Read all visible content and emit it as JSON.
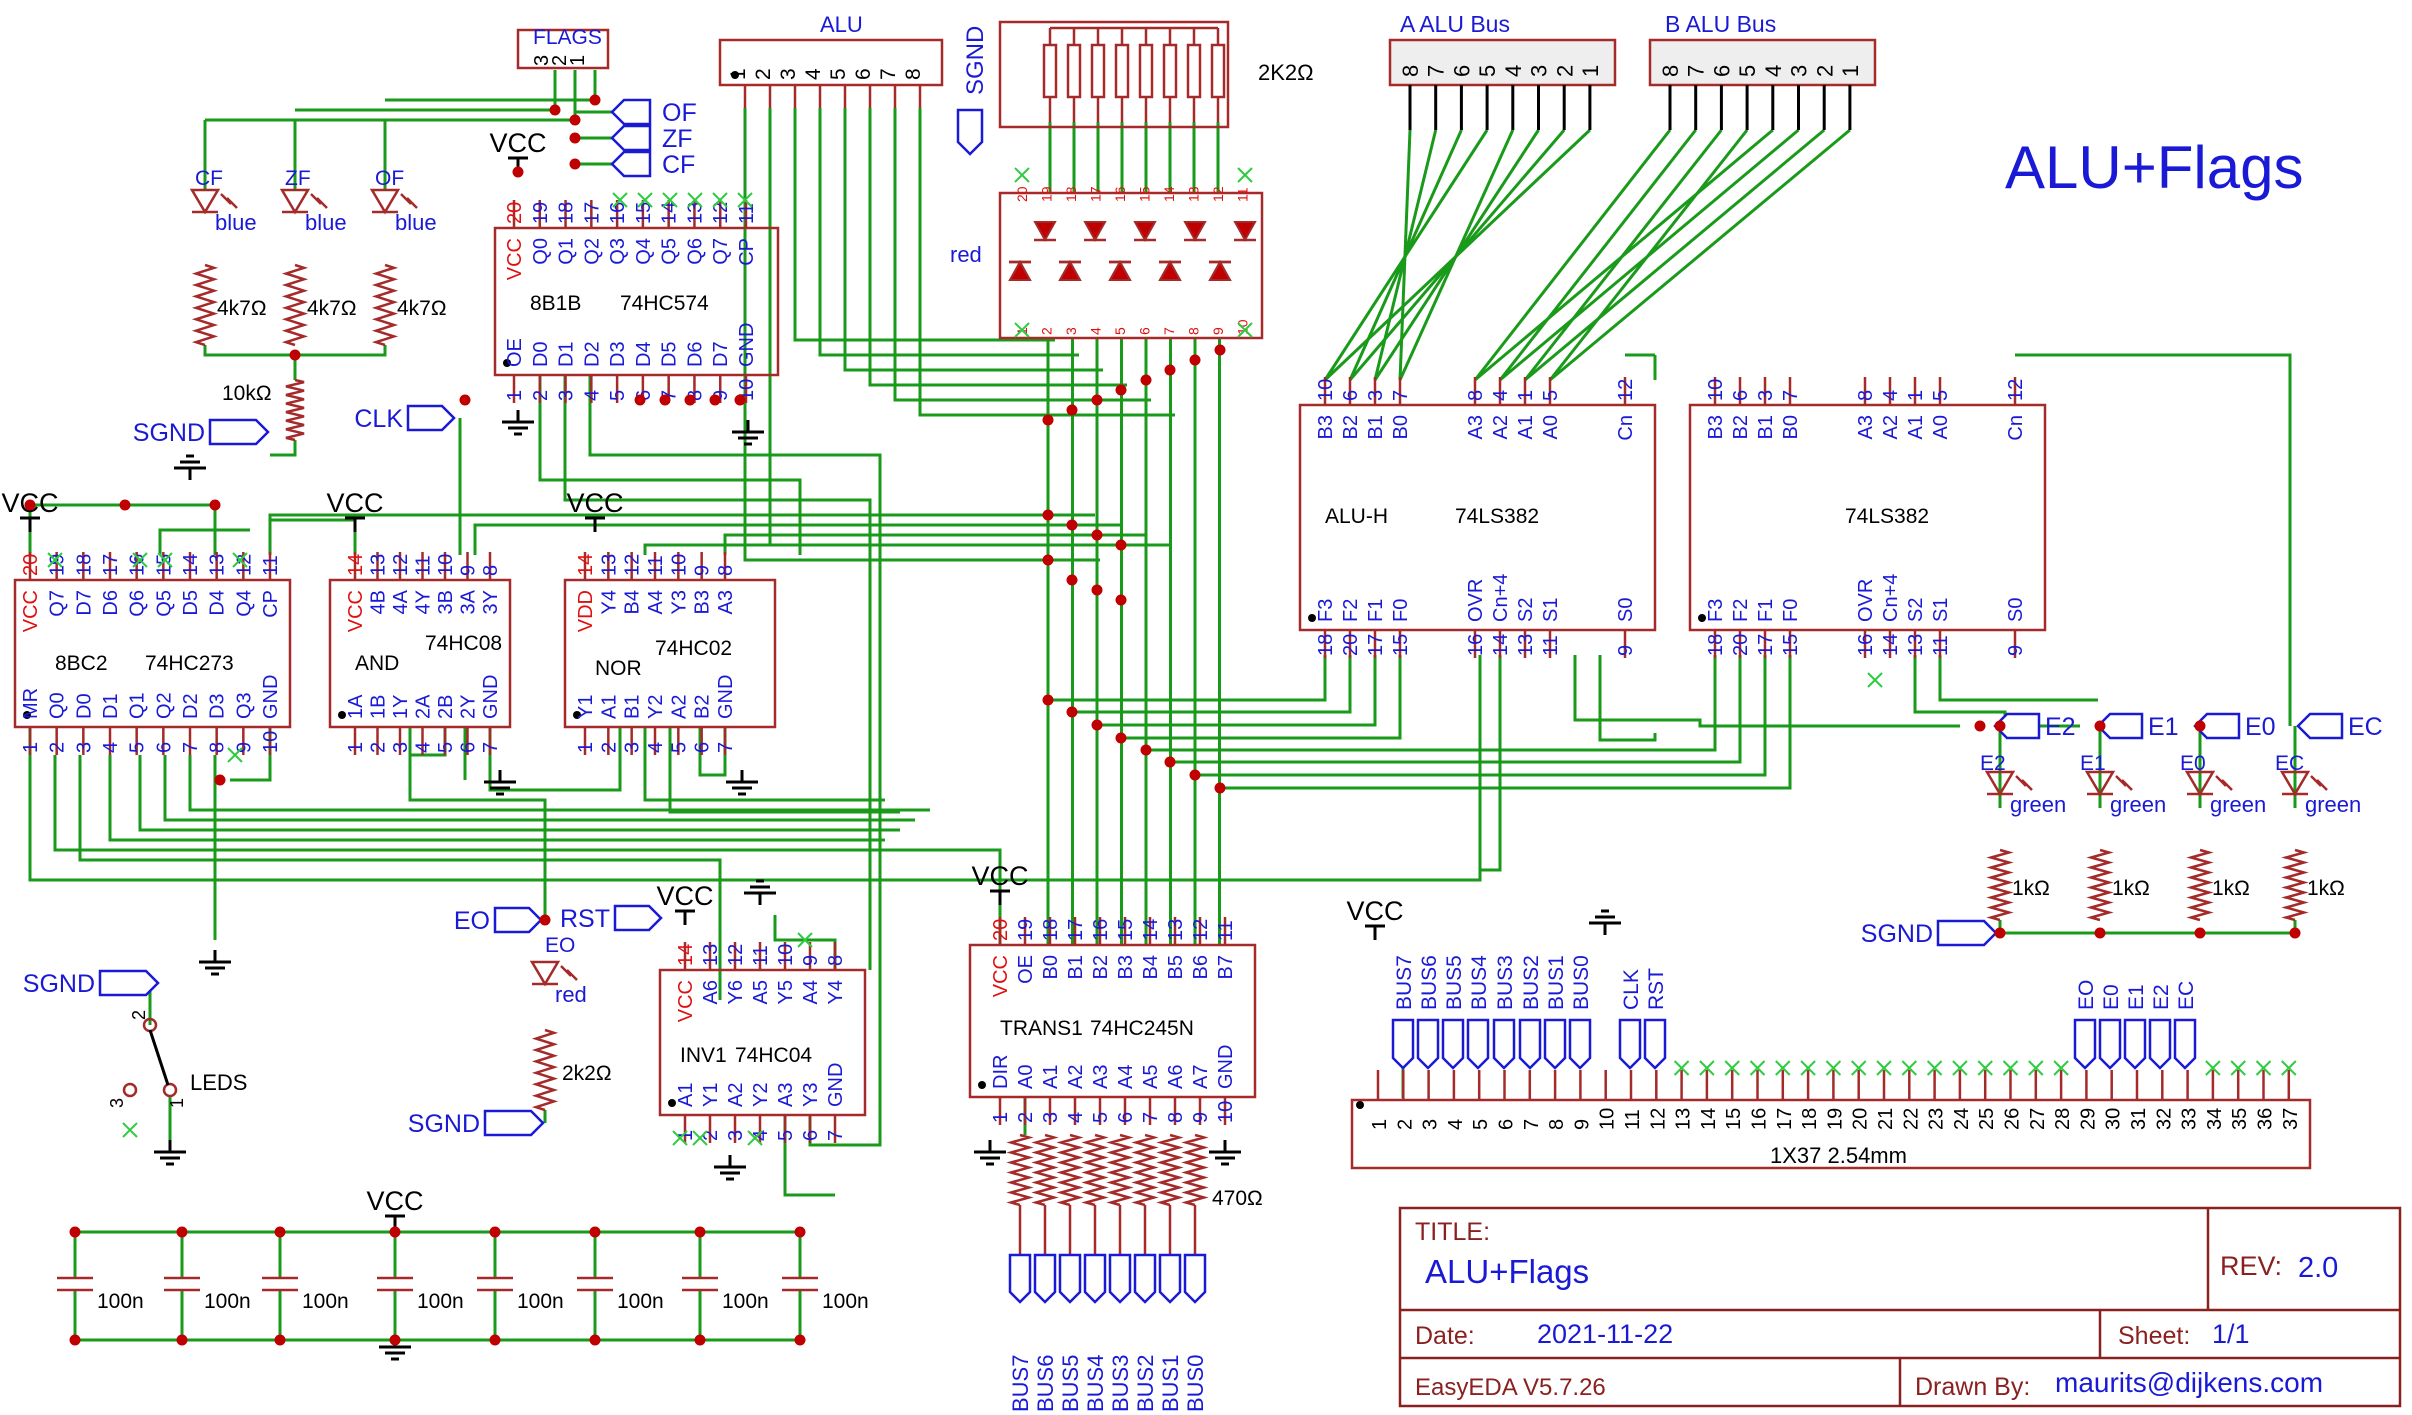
{
  "title_label": "ALU+Flags",
  "titleblock": {
    "title_key": "TITLE:",
    "title_value": "ALU+Flags",
    "rev_key": "REV:",
    "rev_value": "2.0",
    "date_key": "Date:",
    "date_value": "2021-11-22",
    "sheet_key": "Sheet:",
    "sheet_value": "1/1",
    "tool": "EasyEDA V5.7.26",
    "drawn_key": "Drawn By:",
    "drawn_value": "maurits@dijkens.com"
  },
  "connectors": {
    "flags": {
      "name": "FLAGS",
      "pins": [
        "3",
        "2",
        "1"
      ]
    },
    "alu": {
      "name": "ALU",
      "pins": [
        "1",
        "2",
        "3",
        "4",
        "5",
        "6",
        "7",
        "8"
      ]
    },
    "a_bus": {
      "name": "A ALU Bus",
      "pins": [
        "8",
        "7",
        "6",
        "5",
        "4",
        "3",
        "2",
        "1"
      ]
    },
    "b_bus": {
      "name": "B ALU Bus",
      "pins": [
        "8",
        "7",
        "6",
        "5",
        "4",
        "3",
        "2",
        "1"
      ]
    },
    "header": {
      "name": "1X37 2.54mm",
      "pins": [
        "1",
        "2",
        "3",
        "4",
        "5",
        "6",
        "7",
        "8",
        "9",
        "10",
        "11",
        "12",
        "13",
        "14",
        "15",
        "16",
        "17",
        "18",
        "19",
        "20",
        "21",
        "22",
        "23",
        "24",
        "25",
        "26",
        "27",
        "28",
        "29",
        "30",
        "31",
        "32",
        "33",
        "34",
        "35",
        "36",
        "37"
      ]
    }
  },
  "header_nets": [
    "BUS7",
    "BUS6",
    "BUS5",
    "BUS4",
    "BUS3",
    "BUS2",
    "BUS1",
    "BUS0",
    "CLK",
    "RST",
    "EO",
    "E0",
    "E1",
    "E2",
    "EC"
  ],
  "chips": {
    "u574": {
      "ref": "8B1B",
      "part": "74HC574",
      "top_pins": [
        "20",
        "19",
        "18",
        "17",
        "16",
        "15",
        "14",
        "13",
        "12",
        "11"
      ],
      "top_labels": [
        "VCC",
        "Q0",
        "Q1",
        "Q2",
        "Q3",
        "Q4",
        "Q5",
        "Q6",
        "Q7",
        "CP"
      ],
      "bot_pins": [
        "1",
        "2",
        "3",
        "4",
        "5",
        "6",
        "7",
        "8",
        "9",
        "10"
      ],
      "bot_labels": [
        "OE",
        "D0",
        "D1",
        "D2",
        "D3",
        "D4",
        "D5",
        "D6",
        "D7",
        "GND"
      ]
    },
    "u273": {
      "ref": "8BC2",
      "part": "74HC273",
      "top_pins": [
        "20",
        "19",
        "18",
        "17",
        "16",
        "15",
        "14",
        "13",
        "12",
        "11"
      ],
      "top_labels": [
        "VCC",
        "Q7",
        "D7",
        "D6",
        "Q6",
        "Q5",
        "D5",
        "D4",
        "Q4",
        "CP"
      ],
      "bot_pins": [
        "1",
        "2",
        "3",
        "4",
        "5",
        "6",
        "7",
        "8",
        "9",
        "10"
      ],
      "bot_labels": [
        "MR",
        "Q0",
        "D0",
        "D1",
        "Q1",
        "Q2",
        "D2",
        "D3",
        "Q3",
        "GND"
      ]
    },
    "u08": {
      "ref": "AND",
      "part": "74HC08",
      "top_pins": [
        "14",
        "13",
        "12",
        "11",
        "10",
        "9",
        "8"
      ],
      "top_labels": [
        "VCC",
        "4B",
        "4A",
        "4Y",
        "3B",
        "3A",
        "3Y"
      ],
      "bot_pins": [
        "1",
        "2",
        "3",
        "4",
        "5",
        "6",
        "7"
      ],
      "bot_labels": [
        "1A",
        "1B",
        "1Y",
        "2A",
        "2B",
        "2Y",
        "GND"
      ]
    },
    "u02": {
      "ref": "NOR",
      "part": "74HC02",
      "top_pins": [
        "14",
        "13",
        "12",
        "11",
        "10",
        "9",
        "8"
      ],
      "top_labels": [
        "VDD",
        "Y4",
        "B4",
        "A4",
        "Y3",
        "B3",
        "A3"
      ],
      "bot_pins": [
        "1",
        "2",
        "3",
        "4",
        "5",
        "6",
        "7"
      ],
      "bot_labels": [
        "Y1",
        "A1",
        "B1",
        "Y2",
        "A2",
        "B2",
        "GND"
      ]
    },
    "u04": {
      "ref": "INV1",
      "part": "74HC04",
      "top_pins": [
        "14",
        "13",
        "12",
        "11",
        "10",
        "9",
        "8"
      ],
      "top_labels": [
        "VCC",
        "A6",
        "Y6",
        "A5",
        "Y5",
        "A4",
        "Y4"
      ],
      "bot_pins": [
        "1",
        "2",
        "3",
        "4",
        "5",
        "6",
        "7"
      ],
      "bot_labels": [
        "A1",
        "Y1",
        "A2",
        "Y2",
        "A3",
        "Y3",
        "GND"
      ]
    },
    "u245": {
      "ref": "TRANS1",
      "part": "74HC245N",
      "top_pins": [
        "20",
        "19",
        "18",
        "17",
        "16",
        "15",
        "14",
        "13",
        "12",
        "11"
      ],
      "top_labels": [
        "VCC",
        "OE",
        "B0",
        "B1",
        "B2",
        "B3",
        "B4",
        "B5",
        "B6",
        "B7"
      ],
      "bot_pins": [
        "1",
        "2",
        "3",
        "4",
        "5",
        "6",
        "7",
        "8",
        "9",
        "10"
      ],
      "bot_labels": [
        "DIR",
        "A0",
        "A1",
        "A2",
        "A3",
        "A4",
        "A5",
        "A6",
        "A7",
        "GND"
      ]
    },
    "alu_h": {
      "ref": "ALU-H",
      "part": "74LS382",
      "top_pins": [
        "10",
        "6",
        "3",
        "7",
        "8",
        "4",
        "1",
        "5",
        "12"
      ],
      "top_labels": [
        "B3",
        "B2",
        "B1",
        "B0",
        "A3",
        "A2",
        "A1",
        "A0",
        "Cn"
      ],
      "bot_pins": [
        "18",
        "20",
        "17",
        "15",
        "16",
        "14",
        "13",
        "11",
        "9"
      ],
      "bot_labels": [
        "F3",
        "F2",
        "F1",
        "F0",
        "OVR",
        "Cn+4",
        "S2",
        "S1",
        "S0"
      ]
    },
    "alu_l": {
      "ref": "",
      "part": "74LS382",
      "top_pins": [
        "10",
        "6",
        "3",
        "7",
        "8",
        "4",
        "1",
        "5",
        "12"
      ],
      "top_labels": [
        "B3",
        "B2",
        "B1",
        "B0",
        "A3",
        "A2",
        "A1",
        "A0",
        "Cn"
      ],
      "bot_pins": [
        "18",
        "20",
        "17",
        "15",
        "16",
        "14",
        "13",
        "11",
        "9"
      ],
      "bot_labels": [
        "F3",
        "F2",
        "F1",
        "F0",
        "OVR",
        "Cn+4",
        "S2",
        "S1",
        "S0"
      ]
    }
  },
  "led_array": {
    "color": "red",
    "top_pins": [
      "20",
      "19",
      "18",
      "17",
      "16",
      "15",
      "14",
      "13",
      "12",
      "11"
    ],
    "bot_pins": [
      "1",
      "2",
      "3",
      "4",
      "5",
      "6",
      "7",
      "8",
      "9",
      "10"
    ]
  },
  "resnet_top": {
    "value": "2K2Ω"
  },
  "resnet_bottom": {
    "value": "470Ω"
  },
  "flag_leds": [
    {
      "name": "CF",
      "color": "blue",
      "res": "4k7Ω"
    },
    {
      "name": "ZF",
      "color": "blue",
      "res": "4k7Ω"
    },
    {
      "name": "OF",
      "color": "blue",
      "res": "4k7Ω"
    }
  ],
  "flag_ports": [
    "OF",
    "ZF",
    "CF"
  ],
  "r10k": "10kΩ",
  "eo_led": {
    "name": "EO",
    "color": "red",
    "res": "2k2Ω"
  },
  "e_leds": [
    {
      "name": "E2",
      "color": "green",
      "res": "1kΩ"
    },
    {
      "name": "E1",
      "color": "green",
      "res": "1kΩ"
    },
    {
      "name": "E0",
      "color": "green",
      "res": "1kΩ"
    },
    {
      "name": "EC",
      "color": "green",
      "res": "1kΩ"
    }
  ],
  "caps": [
    "100n",
    "100n",
    "100n",
    "100n",
    "100n",
    "100n",
    "100n",
    "100n"
  ],
  "switch": {
    "name": "LEDS",
    "pins": [
      "2",
      "1",
      "3"
    ]
  },
  "nets": {
    "vcc": "VCC",
    "sgnd": "SGND",
    "clk": "CLK",
    "rst": "RST",
    "eo": "EO"
  },
  "bus_labels": [
    "BUS7",
    "BUS6",
    "BUS5",
    "BUS4",
    "BUS3",
    "BUS2",
    "BUS1",
    "BUS0"
  ]
}
